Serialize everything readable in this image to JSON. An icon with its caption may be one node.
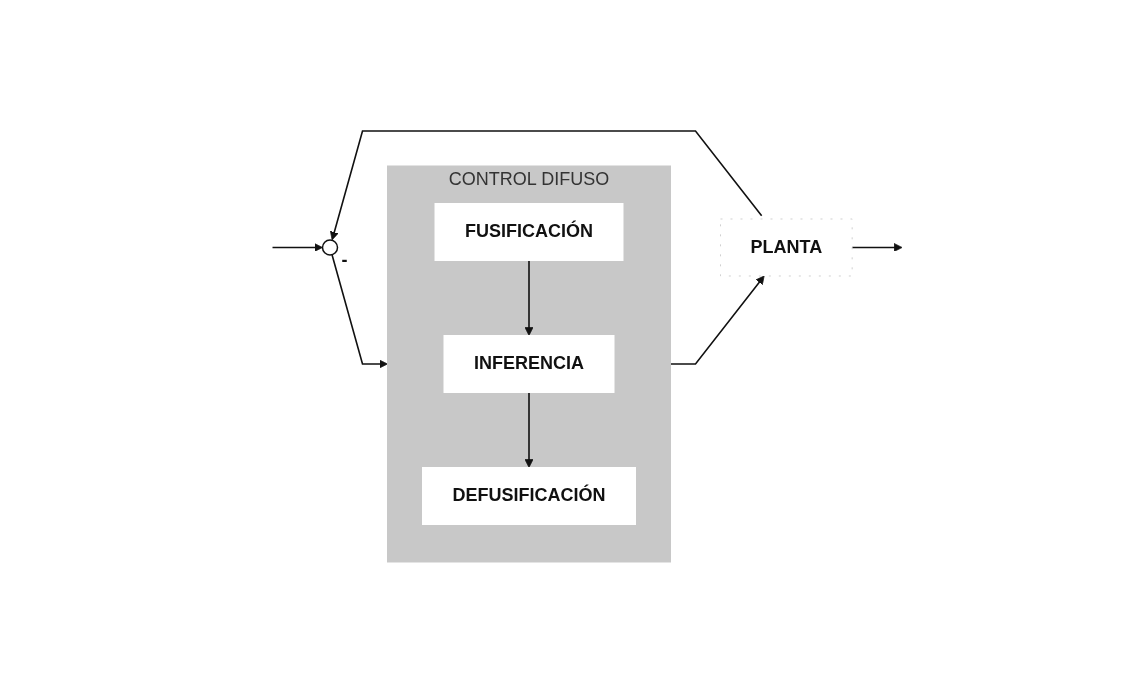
{
  "diagram": {
    "nodes": [
      {
        "text": [],
        "shape": "circle",
        "beside": [
          "-"
        ]
      },
      {
        "text": [
          "CONTROL DIFUSO"
        ]
      },
      {
        "text": [
          "FUSIFICACIÓN"
        ],
        "in": 1
      },
      {
        "text": [
          "INFERENCIA"
        ],
        "in": 1
      },
      {
        "text": [
          "DEFUSIFICACIÓN"
        ],
        "in": 1
      },
      {
        "text": [
          "PLANTA"
        ]
      }
    ],
    "edges": [
      {
        "from": null,
        "to": 0,
        "arrow": "to"
      },
      {
        "from": 0,
        "to": 1,
        "arrow": "to"
      },
      {
        "from": 2,
        "to": 3,
        "arrow": "to"
      },
      {
        "from": 3,
        "to": 4,
        "arrow": "to"
      },
      {
        "from": 1,
        "to": 5,
        "arrow": "to"
      },
      {
        "from": 5,
        "to": null,
        "arrow": "to"
      },
      {
        "from": 5,
        "to": 0,
        "arrow": "to"
      }
    ]
  }
}
